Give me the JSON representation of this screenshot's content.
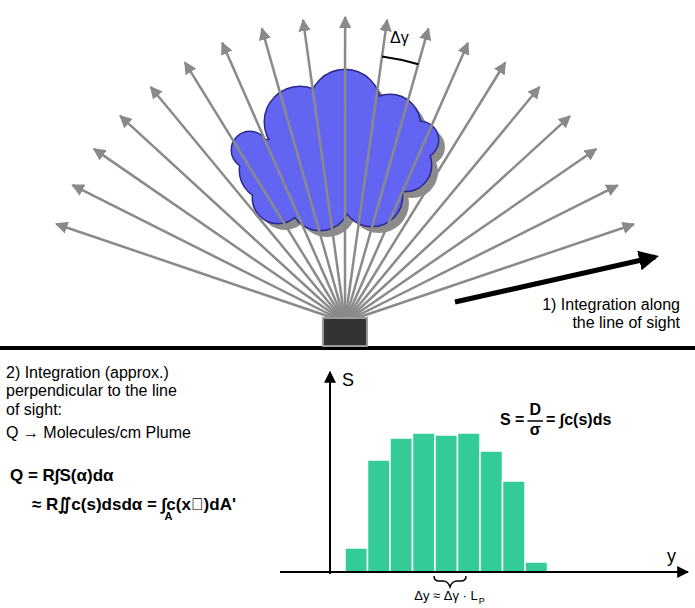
{
  "diagram": {
    "labels": [
      "Δγ",
      "1) Integration along the line of sight",
      "2) Integration (approx.) perpendicular to the line of sight:",
      "Q → Molecules/cm Plume",
      "Q = R∫S(α)dα",
      "≈ R∬c(s)dsdα = ∫c(x⃗)dA'",
      "A",
      "S",
      "S =",
      "D",
      "σ",
      "= ∫c(s)ds",
      "y",
      "Δy ≈ Δγ · L",
      "P"
    ]
  }
}
